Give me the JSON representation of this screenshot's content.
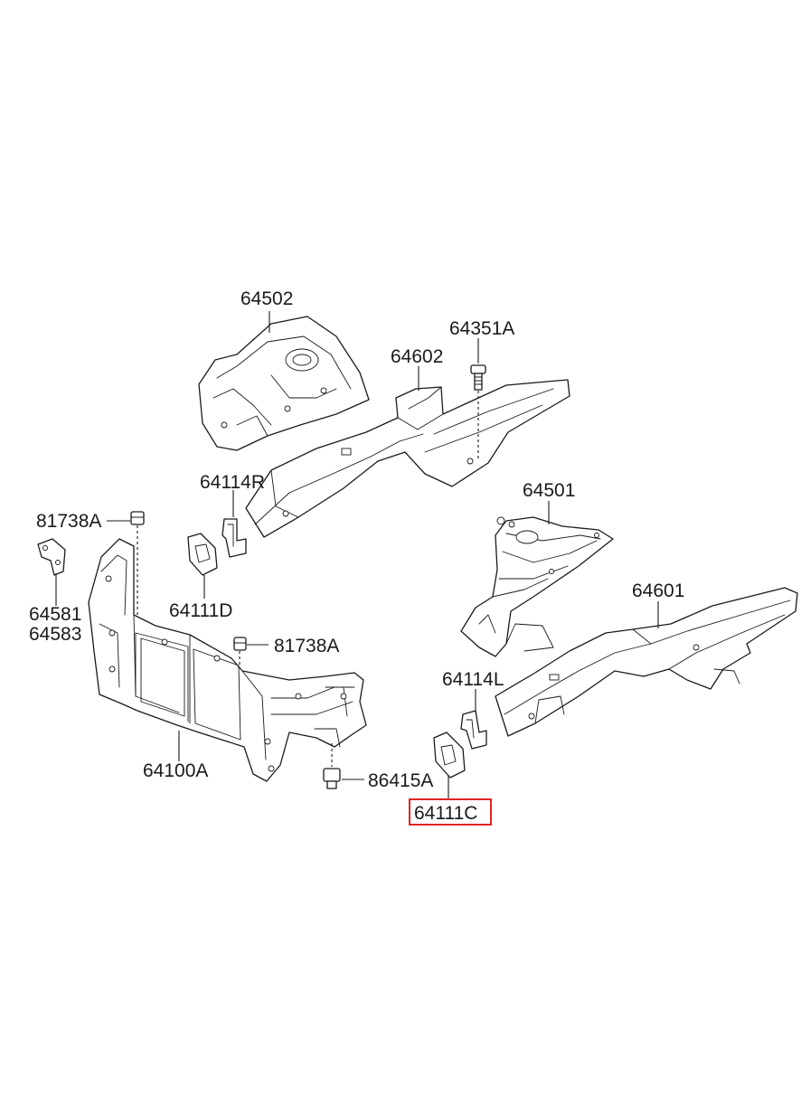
{
  "callouts": {
    "p64502": "64502",
    "p64351A": "64351A",
    "p64602": "64602",
    "p64114R": "64114R",
    "p81738A_top": "81738A",
    "p64501": "64501",
    "p64581": "64581",
    "p64583": "64583",
    "p64111D": "64111D",
    "p64601": "64601",
    "p81738A_mid": "81738A",
    "p64114L": "64114L",
    "p64100A": "64100A",
    "p86415A": "86415A",
    "p64111C": "64111C"
  },
  "highlight": {
    "label": "64111C",
    "color": "#e02424"
  }
}
